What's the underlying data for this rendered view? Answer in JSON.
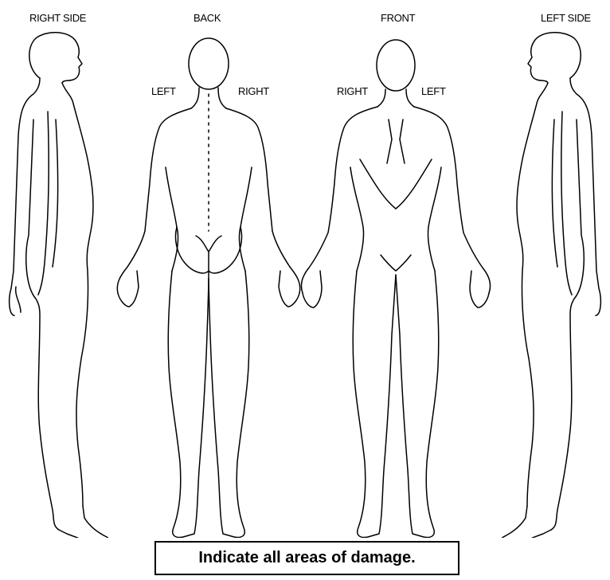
{
  "views": {
    "right_side": "RIGHT SIDE",
    "back": "BACK",
    "front": "FRONT",
    "left_side": "LEFT SIDE"
  },
  "back_labels": {
    "left": "LEFT",
    "right": "RIGHT"
  },
  "front_labels": {
    "right": "RIGHT",
    "left": "LEFT"
  },
  "caption": "Indicate all areas of damage."
}
